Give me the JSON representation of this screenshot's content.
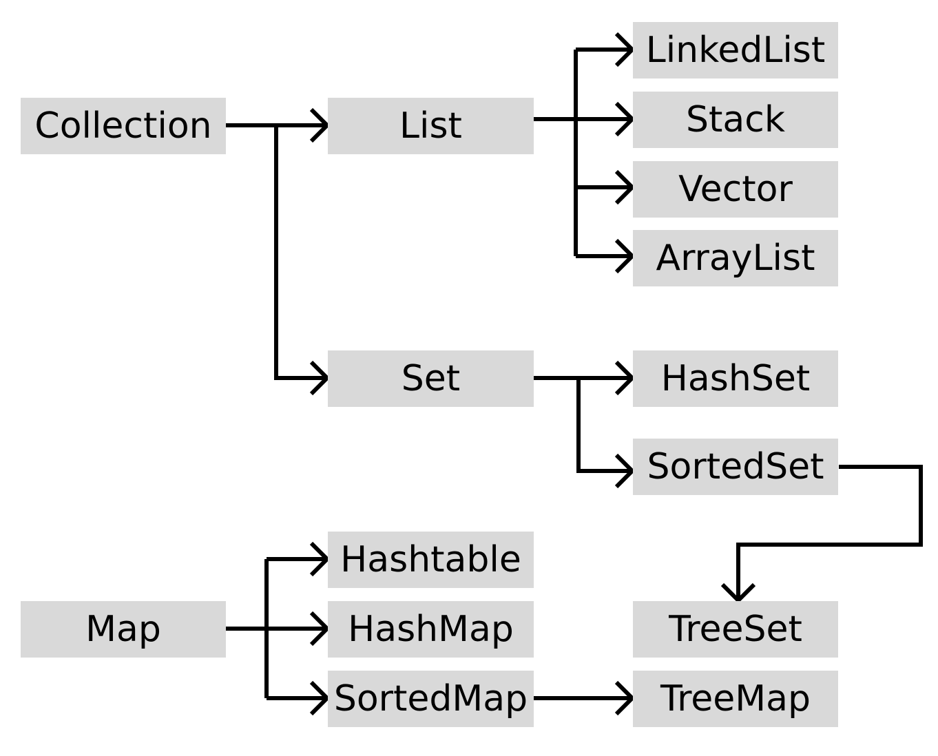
{
  "nodes": {
    "collection": "Collection",
    "list": "List",
    "set": "Set",
    "linkedlist": "LinkedList",
    "stack": "Stack",
    "vector": "Vector",
    "arraylist": "ArrayList",
    "hashset": "HashSet",
    "sortedset": "SortedSet",
    "treeset": "TreeSet",
    "map": "Map",
    "hashtable": "Hashtable",
    "hashmap": "HashMap",
    "sortedmap": "SortedMap",
    "treemap": "TreeMap"
  },
  "edges": [
    {
      "from": "collection",
      "to": "list"
    },
    {
      "from": "collection",
      "to": "set"
    },
    {
      "from": "list",
      "to": "linkedlist"
    },
    {
      "from": "list",
      "to": "stack"
    },
    {
      "from": "list",
      "to": "vector"
    },
    {
      "from": "list",
      "to": "arraylist"
    },
    {
      "from": "set",
      "to": "hashset"
    },
    {
      "from": "set",
      "to": "sortedset"
    },
    {
      "from": "sortedset",
      "to": "treeset"
    },
    {
      "from": "map",
      "to": "hashtable"
    },
    {
      "from": "map",
      "to": "hashmap"
    },
    {
      "from": "map",
      "to": "sortedmap"
    },
    {
      "from": "sortedmap",
      "to": "treemap"
    }
  ],
  "colors": {
    "node_fill": "#d9d9d9",
    "line": "#000000",
    "text": "#000000",
    "background": "#ffffff"
  }
}
